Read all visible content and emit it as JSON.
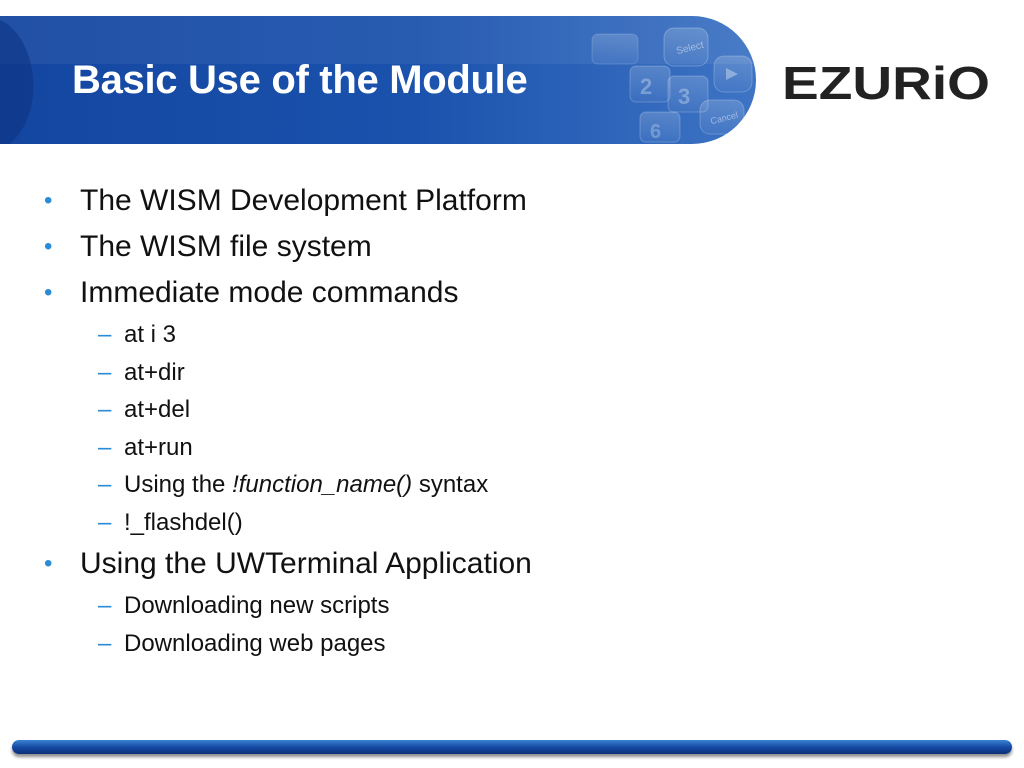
{
  "slide": {
    "title": "Basic Use of the Module",
    "logo_text": "EZURiO",
    "banner_keys": [
      "Select",
      "2",
      "3",
      "Cancel",
      "6"
    ],
    "colors": {
      "banner_blue": "#1a4fa3",
      "bullet_accent": "#2a8bd6",
      "footer_blue": "#1446a0"
    }
  },
  "content": {
    "item1": "The WISM Development Platform",
    "item2": "The WISM file system",
    "item3": "Immediate mode commands",
    "item3_sub1": "at i 3",
    "item3_sub2": "at+dir",
    "item3_sub3": "at+del",
    "item3_sub4": "at+run",
    "item3_sub5_prefix": "Using the ",
    "item3_sub5_italic": "!function_name()",
    "item3_sub5_suffix": " syntax",
    "item3_sub6": "!_flashdel()",
    "item4": "Using the UWTerminal Application",
    "item4_sub1": "Downloading new scripts",
    "item4_sub2": "Downloading web pages"
  }
}
